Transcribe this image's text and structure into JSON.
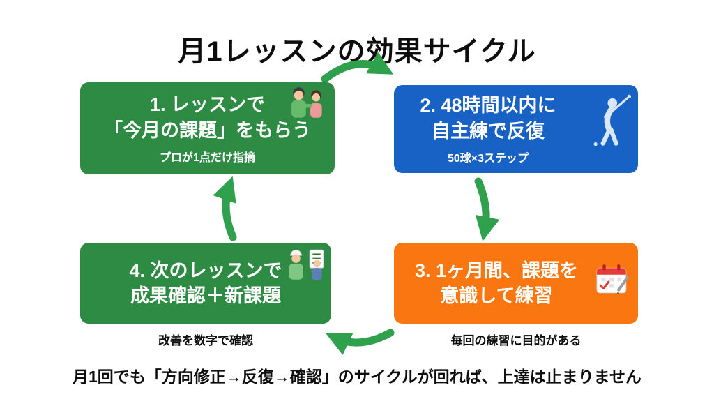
{
  "title": "月1レッスンの効果サイクル",
  "colors": {
    "green": "#2e8b44",
    "blue": "#1861c5",
    "orange": "#f97611",
    "arrow": "#2fa04c",
    "ink": "#0d0d0d"
  },
  "boxes": [
    {
      "line1": "1. レッスンで",
      "line2": "「今月の課題」をもらう",
      "note": "プロが1点だけ指摘"
    },
    {
      "line1": "2. 48時間以内に",
      "line2": "自主練で反復",
      "note": "50球×3ステップ"
    },
    {
      "line1": "3. 1ヶ月間、課題を",
      "line2": "意識して練習",
      "note": "毎回の練習に目的がある"
    },
    {
      "line1": "4. 次のレッスンで",
      "line2": "成果確認＋新課題",
      "note": "改善を数字で確認"
    }
  ],
  "icons": {
    "box1": "lesson-people-icon",
    "box2": "golfer-icon",
    "box3": "calendar-icon",
    "box4": "review-people-icon"
  },
  "footer": "月1回でも「方向修正→反復→確認」のサイクルが回れば、上達は止まりません"
}
